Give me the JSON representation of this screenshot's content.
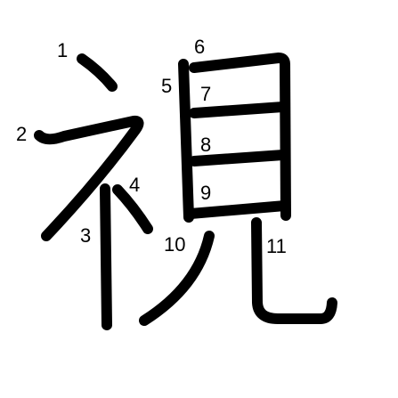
{
  "character": "視",
  "stroke_numbers": [
    "1",
    "2",
    "3",
    "4",
    "5",
    "6",
    "7",
    "8",
    "9",
    "10",
    "11"
  ],
  "colors": {
    "background": "#ffffff",
    "stroke": "#000000",
    "numbers": "#000000"
  }
}
